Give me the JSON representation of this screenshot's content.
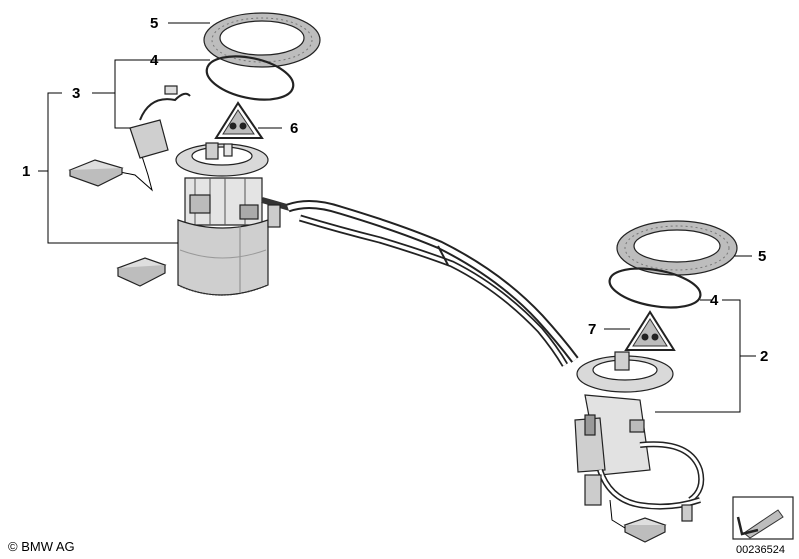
{
  "callouts": {
    "c1": "1",
    "c2": "2",
    "c3": "3",
    "c4_left": "4",
    "c4_right": "4",
    "c5_left": "5",
    "c5_right": "5",
    "c6": "6",
    "c7": "7"
  },
  "footer": {
    "copyright": "© BMW AG",
    "reference": "00236524"
  },
  "colors": {
    "part_gray": "#d6d6d6",
    "part_dark": "#9a9a9a",
    "seal_ring": "#b8b8b8"
  },
  "icons": {
    "warning_label_left": "warning-triangle-icon",
    "warning_label_right": "warning-triangle-icon",
    "nav_arrow": "arrow-icon"
  }
}
